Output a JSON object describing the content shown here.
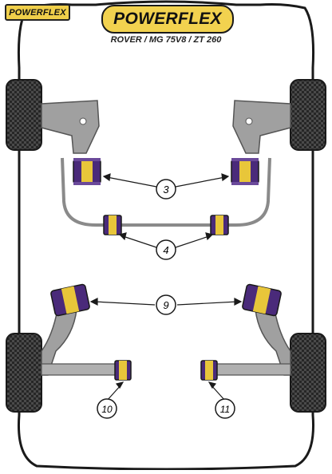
{
  "brand": {
    "corner_logo": "POWERFLEX",
    "main_logo": "POWERFLEX",
    "vehicle": "ROVER / MG 75V8 / ZT 260"
  },
  "callouts": [
    {
      "number": "3"
    },
    {
      "number": "4"
    },
    {
      "number": "9"
    },
    {
      "number": "10"
    },
    {
      "number": "11"
    }
  ],
  "colors": {
    "bushing_purple": "#4a2a7a",
    "bushing_yellow": "#e8c63a",
    "arm_grey": "#9a9a9a",
    "tyre_dark": "#3a3a3a",
    "body_outline": "#1a1a1a",
    "brand_yellow": "#f2d24f"
  }
}
